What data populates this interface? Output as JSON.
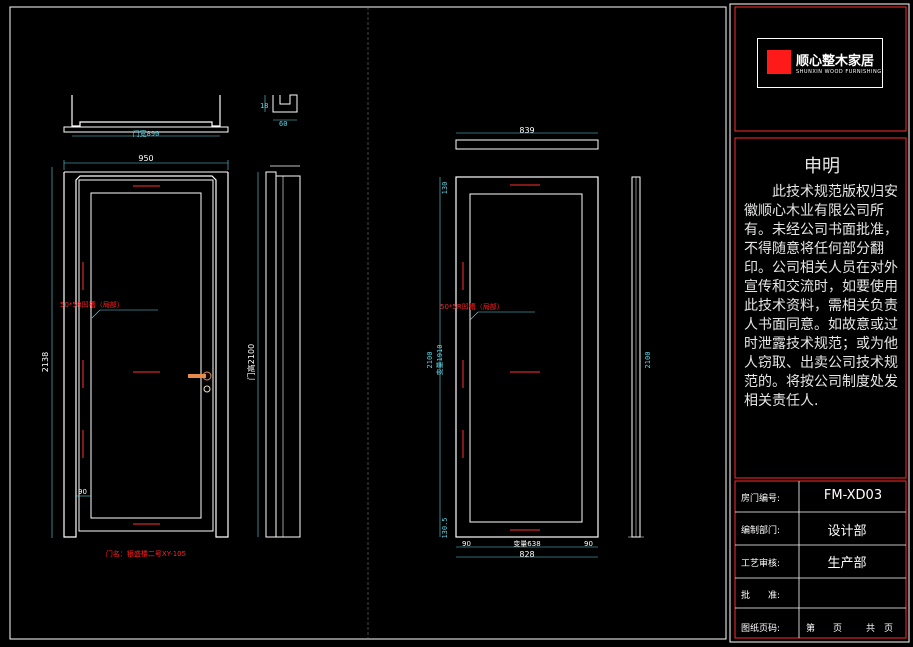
{
  "drawing": {
    "left_door": {
      "top_view_width": "门宽890",
      "small_profile_h": "18",
      "small_profile_w": "60",
      "overall_width": "950",
      "overall_height": "2138",
      "leaf_height": "门高2100",
      "stile_dim": "90",
      "annotation": "50*5R凹槽（局部）",
      "door_name": "门名：银盛楼二号XY-105"
    },
    "right_door": {
      "top_width": "839",
      "top_rail": "130",
      "mid_height": "2100",
      "mid_height_sub": "变量1910",
      "bottom_rail": "130.5",
      "right_height": "2100",
      "annotation": "50*5R凹槽（局部）",
      "left_margin": "90",
      "inner_width": "变量638",
      "right_margin": "90",
      "overall_width": "828"
    }
  },
  "logo": {
    "name": "顺心整木家居",
    "subtitle": "SHUNXIN WOOD FURNISHING"
  },
  "declaration": {
    "title": "申明",
    "body": "此技术规范版权归安徽顺心木业有限公司所有。未经公司书面批准，不得随意将任何部分翻印。公司相关人员在对外宣传和交流时，如要使用此技术资料，需相关负责人书面同意。如故意或过时泄露技术规范；或为他人窃取、出卖公司技术规范的。将按公司制度处发相关责任人."
  },
  "title_block": {
    "rows": [
      {
        "label": "房门编号:",
        "value": "FM-XD03"
      },
      {
        "label": "编制部门:",
        "value": "设计部"
      },
      {
        "label": "工艺审核:",
        "value": "生产部"
      },
      {
        "label": "批　　准:",
        "value": ""
      },
      {
        "label": "图纸页码:",
        "value": ""
      }
    ],
    "page_label": "第　　页",
    "total_label": "共　页"
  }
}
